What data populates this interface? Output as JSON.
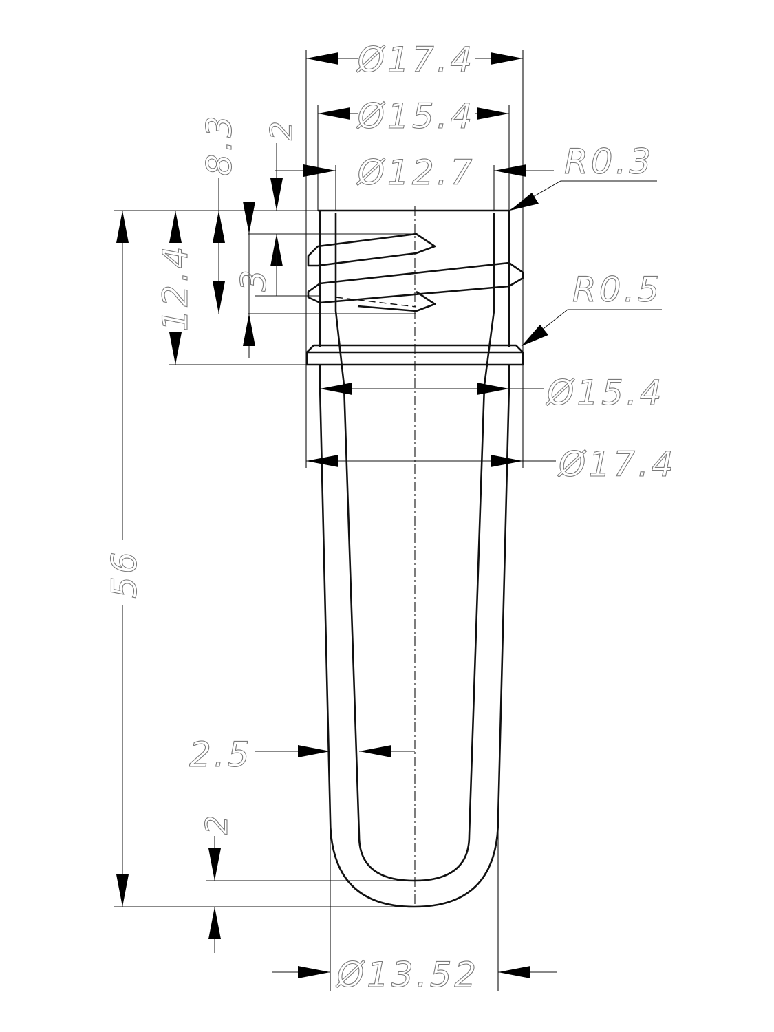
{
  "labels": {
    "dia_top_outer": "Ø17.4",
    "dia_top_mid": "Ø15.4",
    "dia_top_inner": "Ø12.7",
    "radius_top": "R0.3",
    "radius_collar": "R0.5",
    "dia_body_inner": "Ø15.4",
    "dia_body_outer": "Ø17.4",
    "dia_bottom": "Ø13.52",
    "total_height": "56",
    "neck_height": "12.4",
    "thread_height": "8.3",
    "top_offset": "2",
    "thread_pitch": "3",
    "wall_thickness": "2.5",
    "bottom_thickness": "2"
  },
  "colors": {
    "outline": "#111111",
    "dimension_text": "#7a7a7a",
    "background": "#ffffff"
  }
}
